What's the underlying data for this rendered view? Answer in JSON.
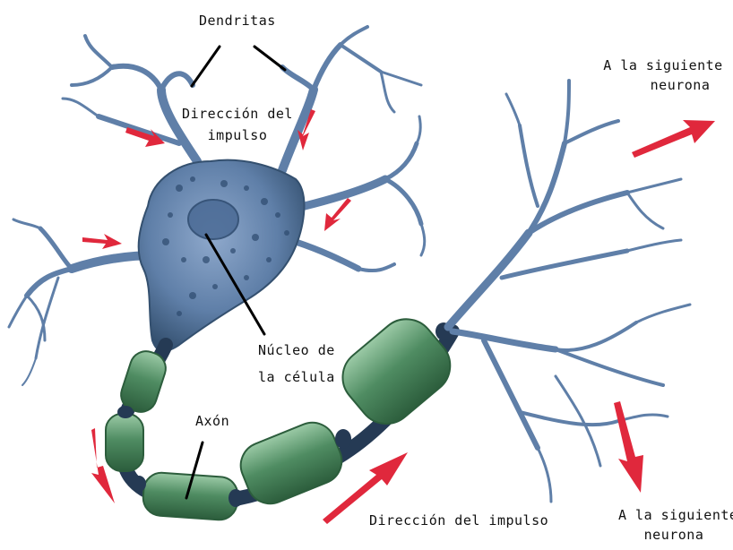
{
  "labels": {
    "dendritas": "Dendritas",
    "direccion_impulso_top_1": "Dirección del",
    "direccion_impulso_top_2": "impulso",
    "siguiente_top_1": "A la siguiente",
    "siguiente_top_2": "neurona",
    "nucleo_1": "Núcleo de",
    "nucleo_2": "la célula",
    "axon": "Axón",
    "direccion_impulso_bottom": "Dirección del impulso",
    "siguiente_bottom_1": "A la siguiente",
    "siguiente_bottom_2": "neurona"
  },
  "colors": {
    "neuron_blue": "#5f7fa8",
    "neuron_dark": "#34506f",
    "myelin_green": "#4f8c62",
    "myelin_dark": "#2c5d3c",
    "node_dark": "#253a54",
    "arrow_red": "#e0283c",
    "pointer_black": "#000000"
  }
}
